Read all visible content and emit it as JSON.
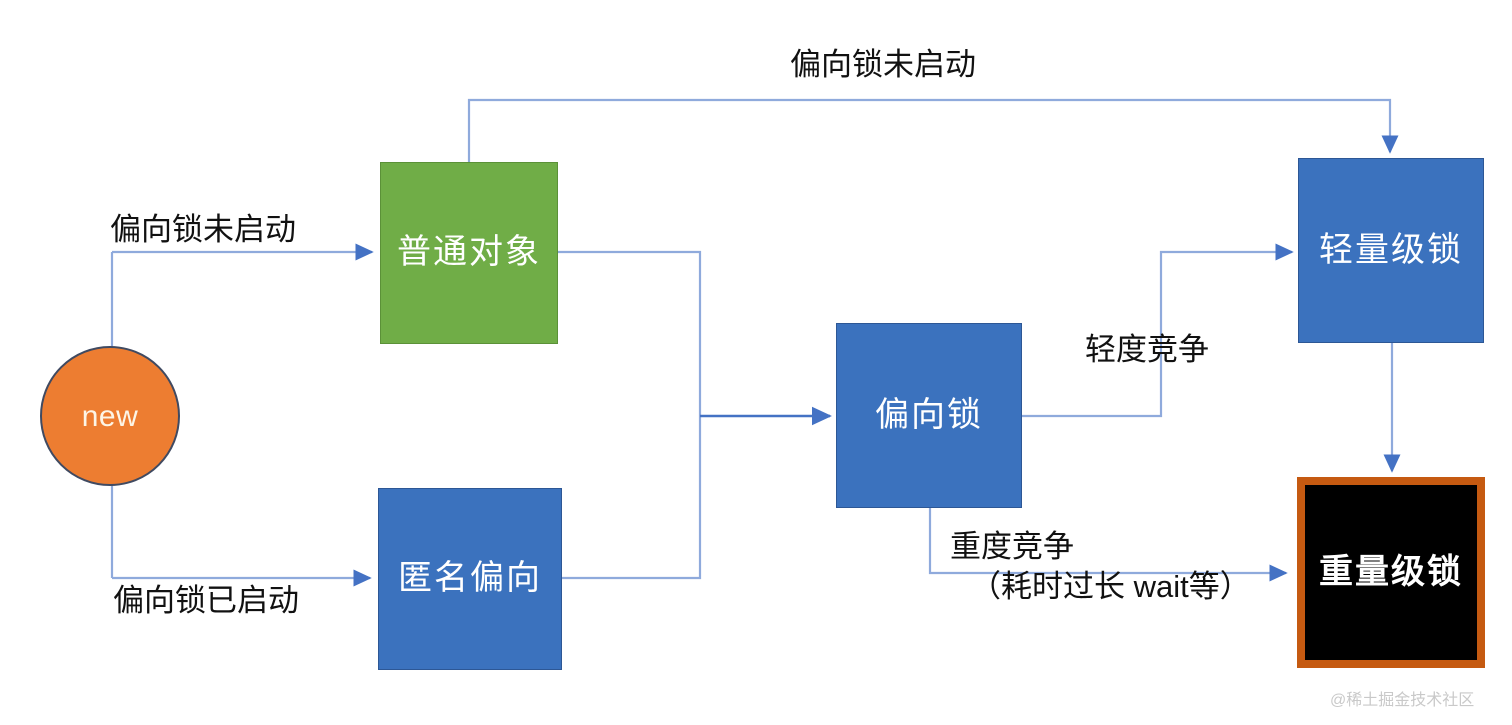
{
  "diagram": {
    "title": "Java object lock upgrade flow",
    "colors": {
      "orange_fill": "#ED7D31",
      "green_fill": "#70AD47",
      "blue_fill": "#3B72BE",
      "black_fill": "#000000",
      "orange_border": "#C55A11",
      "connector": "#8FAADC",
      "arrow": "#4472C4",
      "text_dark": "#111111",
      "text_light": "#FFFFFF"
    },
    "nodes": [
      {
        "id": "new",
        "label": "new",
        "shape": "circle",
        "fill": "#ED7D31"
      },
      {
        "id": "normal-object",
        "label": "普通对象",
        "shape": "rect",
        "fill": "#70AD47"
      },
      {
        "id": "anonymous-biased",
        "label": "匿名偏向",
        "shape": "rect",
        "fill": "#3B72BE"
      },
      {
        "id": "biased-lock",
        "label": "偏向锁",
        "shape": "rect",
        "fill": "#3B72BE"
      },
      {
        "id": "lightweight-lock",
        "label": "轻量级锁",
        "shape": "rect",
        "fill": "#3B72BE"
      },
      {
        "id": "heavyweight-lock",
        "label": "重量级锁",
        "shape": "rect",
        "fill": "#000000"
      }
    ],
    "edge_labels": {
      "top_bypass": "偏向锁未启动",
      "biasing_disabled": "偏向锁未启动",
      "biasing_enabled": "偏向锁已启动",
      "light_contention": "轻度竞争",
      "heavy_contention_line1": "重度竞争",
      "heavy_contention_line2": "（耗时过长 wait等）"
    },
    "watermark": "@稀土掘金技术社区"
  }
}
